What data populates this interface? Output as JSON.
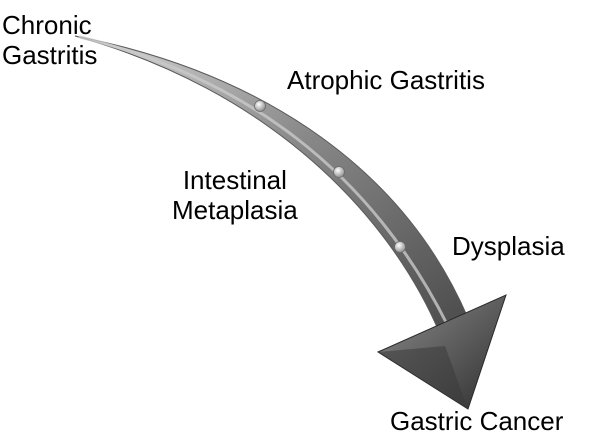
{
  "stages": [
    {
      "id": "chronic",
      "lines": [
        "Chronic",
        "Gastritis"
      ]
    },
    {
      "id": "atrophic",
      "lines": [
        "Atrophic Gastritis"
      ]
    },
    {
      "id": "intestinal",
      "lines": [
        "Intestinal",
        "Metaplasia"
      ]
    },
    {
      "id": "dysplasia",
      "lines": [
        "Dysplasia"
      ]
    },
    {
      "id": "cancer",
      "lines": [
        "Gastric Cancer"
      ]
    }
  ],
  "colors": {
    "arrow_light": "#b8b8b8",
    "arrow_mid": "#7a7a7a",
    "arrow_dark": "#3c3c3c",
    "marker": "#e6e6e6",
    "text": "#000000"
  }
}
